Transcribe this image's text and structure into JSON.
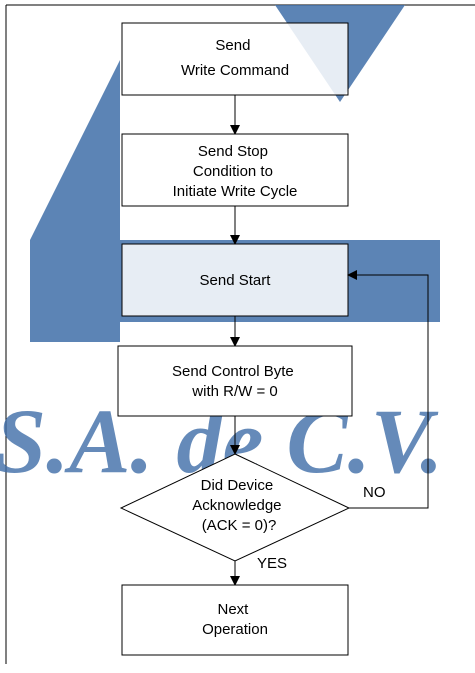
{
  "diagram": {
    "colors": {
      "line": "#000000",
      "box_fill": "#ffffff",
      "watermark_blue": "#3f6ea8",
      "watermark_overlay": "#ffffff"
    },
    "nodes": {
      "write_command": {
        "lines": [
          "Send",
          "Write Command"
        ]
      },
      "stop_condition": {
        "lines": [
          "Send Stop",
          "Condition to",
          "Initiate Write Cycle"
        ]
      },
      "send_start": {
        "lines": [
          "Send Start"
        ]
      },
      "control_byte": {
        "lines": [
          "Send Control Byte",
          "with R/W = 0"
        ]
      },
      "ack_decision": {
        "lines": [
          "Did Device",
          "Acknowledge",
          "(ACK = 0)?"
        ]
      },
      "next_operation": {
        "lines": [
          "Next",
          "Operation"
        ]
      }
    },
    "edge_labels": {
      "no": "NO",
      "yes": "YES"
    },
    "watermark": {
      "text": "S.A. de C.V."
    }
  }
}
